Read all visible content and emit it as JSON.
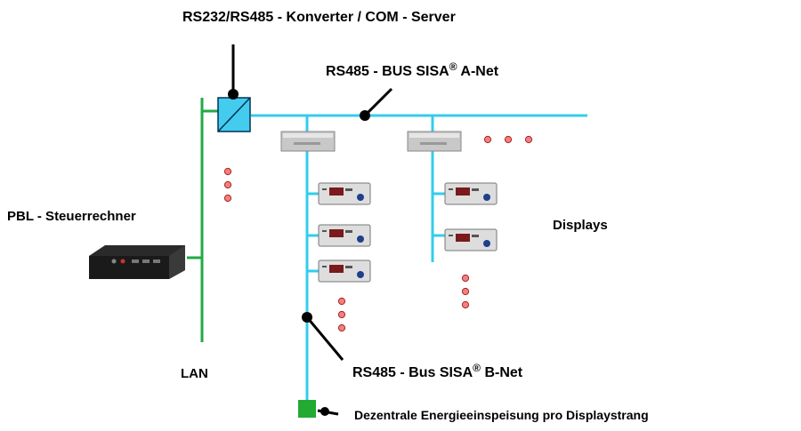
{
  "labels": {
    "converter": "RS232/RS485 - Konverter / COM - Server",
    "bus_a_prefix": "RS485 - BUS   SISA",
    "bus_a_suffix": " A-Net",
    "pbl": "PBL - Steuerrechner",
    "displays": "Displays",
    "lan": "LAN",
    "bus_b_prefix": "RS485 - Bus  SISA",
    "bus_b_suffix": " B-Net",
    "energy": "Dezentrale Energieeinspeisung pro Displaystrang",
    "registered": "®"
  },
  "colors": {
    "bus": "#33ccee",
    "lan": "#22aa44",
    "converter_fill": "#44ccee",
    "energy_block": "#22aa33",
    "dot_fill": "#f28080",
    "dot_stroke": "#aa2222",
    "display_bg": "#dddddd",
    "display_screen": "#7a1a1a",
    "display_knob": "#1f3f8a",
    "module_body": "#c8c8c8",
    "computer_body": "#2a2a2a"
  },
  "ellipsis_groups": 4
}
